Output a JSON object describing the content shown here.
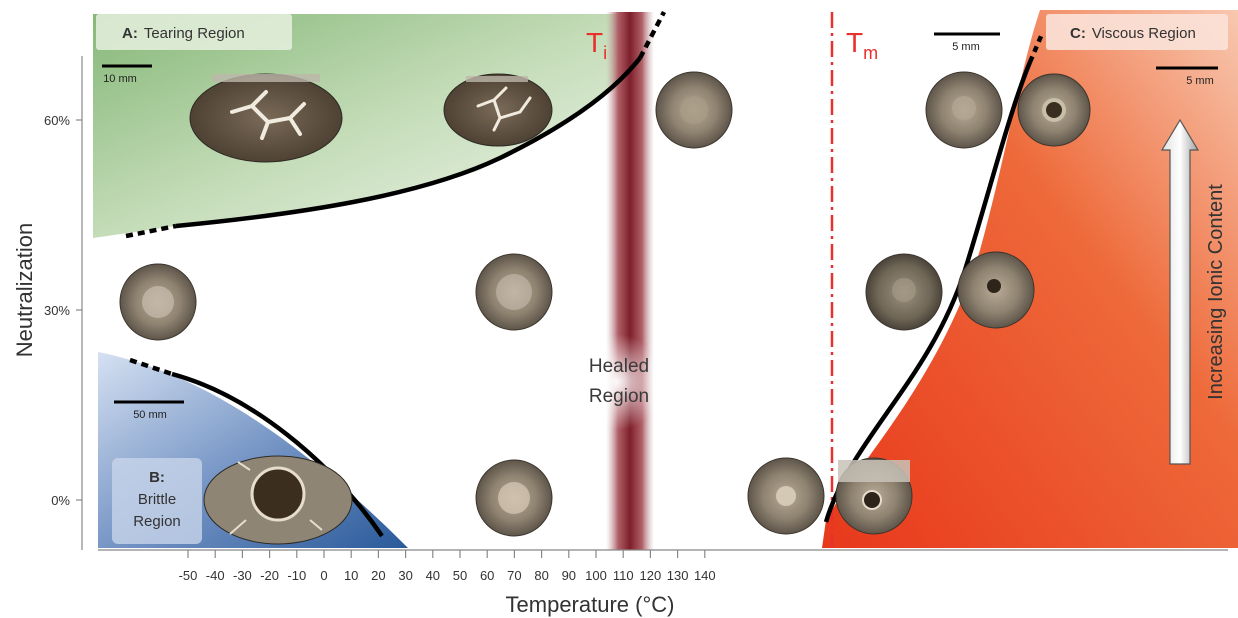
{
  "axes": {
    "x_label": "Temperature (°C)",
    "y_label": "Neutralization",
    "x_ticks": [
      "-50",
      "-40",
      "-30",
      "-20",
      "-10",
      "0",
      "10",
      "20",
      "30",
      "40",
      "50",
      "60",
      "70",
      "80",
      "90",
      "100",
      "110",
      "120",
      "130",
      "140"
    ],
    "y_ticks": [
      "0%",
      "30%",
      "60%"
    ]
  },
  "regions": {
    "tearing": {
      "letter": "A:",
      "name": "Tearing Region",
      "color": "#9cc48a"
    },
    "brittle": {
      "letter": "B:",
      "name_line1": "Brittle",
      "name_line2": "Region",
      "color": "#2a5a9a"
    },
    "viscous": {
      "letter": "C:",
      "name": "Viscous Region",
      "color": "#e8381c"
    },
    "healed": {
      "line1": "Healed",
      "line2": "Region"
    }
  },
  "markers": {
    "ti": {
      "main": "T",
      "sub": "i",
      "color": "#e8302c"
    },
    "tm": {
      "main": "T",
      "sub": "m",
      "color": "#e8302c"
    }
  },
  "scale_bars": {
    "tearing": "10 mm",
    "brittle": "50 mm",
    "top_middle": "5 mm",
    "top_right": "5 mm"
  },
  "arrow_label": "Increasing Ionic Content",
  "samples": [
    {
      "name": "sample-tearing-large",
      "type": "ellipse-crack"
    },
    {
      "name": "sample-tearing-20c",
      "type": "ellipse-crack"
    },
    {
      "name": "sample-60pct-60c",
      "type": "disc"
    },
    {
      "name": "sample-60pct-120c",
      "type": "disc"
    },
    {
      "name": "sample-60pct-135c",
      "type": "disc-hole"
    },
    {
      "name": "sample-30pct-cold",
      "type": "disc"
    },
    {
      "name": "sample-30pct-20c",
      "type": "disc"
    },
    {
      "name": "sample-30pct-105c",
      "type": "disc"
    },
    {
      "name": "sample-30pct-125c",
      "type": "disc-hole"
    },
    {
      "name": "sample-brittle",
      "type": "ellipse-hole"
    },
    {
      "name": "sample-0pct-20c",
      "type": "disc"
    },
    {
      "name": "sample-0pct-80c",
      "type": "disc"
    },
    {
      "name": "sample-0pct-100c",
      "type": "disc-hole"
    }
  ]
}
